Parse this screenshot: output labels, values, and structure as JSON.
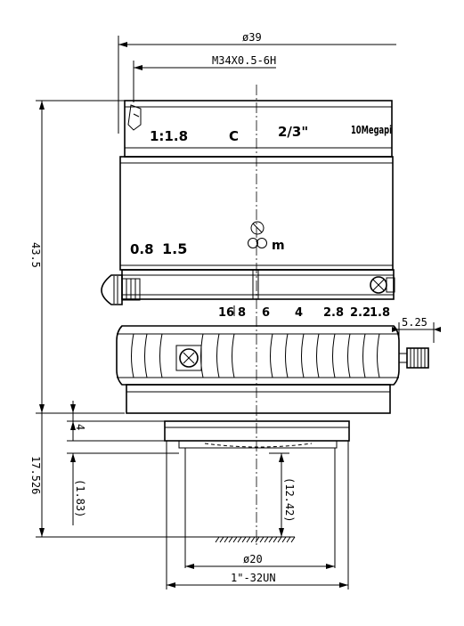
{
  "dimensions": {
    "outer_diameter": "ø39",
    "mount_thread": "M34X0.5-6H",
    "total_length": "43.5",
    "flange_step": "4",
    "flange_focal_distance": "17.526",
    "rear_protrusion": "(1.83)",
    "image_distance": "(12.42)",
    "rear_diameter": "ø20",
    "c_mount_thread": "1\"-32UN",
    "screw_protrusion": "5.25"
  },
  "lens_markings": {
    "aperture": "1:1.8",
    "mount": "C",
    "sensor_format": "2/3\"",
    "resolution": "10Megapi",
    "focus_near": "0.8",
    "focus_mid": "1.5",
    "unit": "m",
    "f_stops": [
      "16",
      "8",
      "6",
      "4",
      "2.8",
      "2.2",
      "1.8"
    ]
  }
}
